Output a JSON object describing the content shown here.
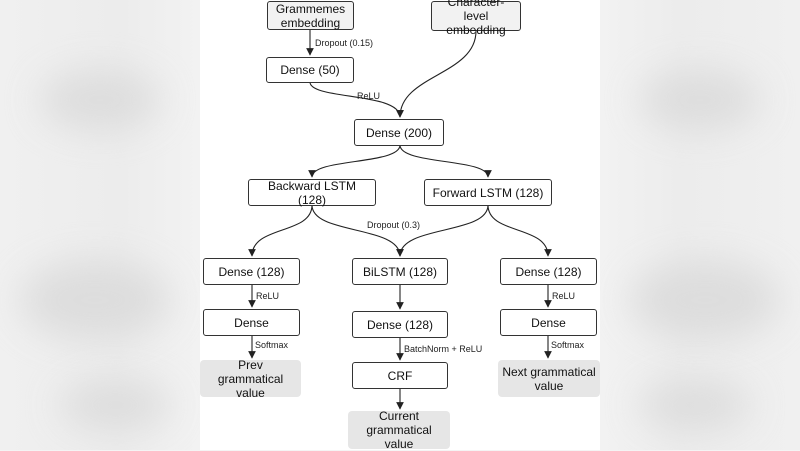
{
  "nodes": {
    "grammemes_embedding": "Grammemes embedding",
    "character_level_embedding": "Character-level embedding",
    "dense_50": "Dense (50)",
    "dense_200": "Dense (200)",
    "backward_lstm": "Backward LSTM (128)",
    "forward_lstm": "Forward LSTM (128)",
    "dense_128_left": "Dense (128)",
    "bilstm": "BiLSTM (128)",
    "dense_128_right": "Dense (128)",
    "dense_left": "Dense",
    "dense_128_center": "Dense (128)",
    "dense_right": "Dense",
    "crf": "CRF",
    "prev_value": "Prev grammatical value",
    "next_value": "Next grammatical value",
    "current_value": "Current grammatical value"
  },
  "edge_labels": {
    "dropout_015": "Dropout (0.15)",
    "relu_top": "ReLU",
    "dropout_03": "Dropout (0.3)",
    "relu_left": "ReLU",
    "relu_right": "ReLU",
    "softmax_left": "Softmax",
    "softmax_right": "Softmax",
    "batchnorm_relu": "BatchNorm + ReLU"
  }
}
